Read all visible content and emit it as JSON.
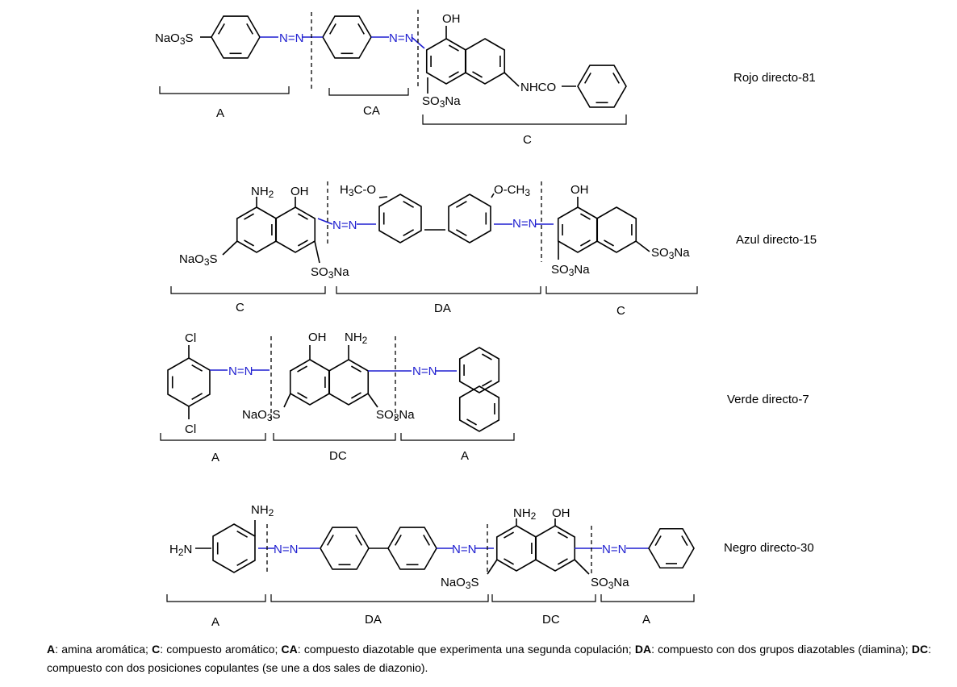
{
  "dyes": [
    {
      "name": "Rojo directo-81",
      "labels": {
        "nao3s": "NaO3S",
        "azo1": "N=N",
        "azo2": "N=N",
        "oh": "OH",
        "so3na": "SO3Na",
        "nhco": "NHCO"
      },
      "brackets": [
        "A",
        "CA",
        "C"
      ]
    },
    {
      "name": "Azul directo-15",
      "labels": {
        "nh2": "NH2",
        "oh1": "OH",
        "och3a": "H3C-O",
        "och3b": "O-CH3",
        "oh2": "OH",
        "nao3s": "NaO3S",
        "so3na1": "SO3Na",
        "so3na2": "SO3Na",
        "so3na3": "SO3Na",
        "azo1": "N=N",
        "azo2": "N=N"
      },
      "brackets": [
        "C",
        "DA",
        "C"
      ]
    },
    {
      "name": "Verde directo-7",
      "labels": {
        "cl1": "Cl",
        "cl2": "Cl",
        "oh": "OH",
        "nh2": "NH2",
        "nao3s": "NaO3S",
        "so3na": "SO3Na",
        "azo1": "N=N",
        "azo2": "N=N"
      },
      "brackets": [
        "A",
        "DC",
        "A"
      ]
    },
    {
      "name": "Negro directo-30",
      "labels": {
        "nh2a": "NH2",
        "h2n": "H2N",
        "nh2b": "NH2",
        "oh": "OH",
        "nao3s": "NaO3S",
        "so3na": "SO3Na",
        "azo1": "N=N",
        "azo2": "N=N",
        "azo3": "N=N"
      },
      "brackets": [
        "A",
        "DA",
        "DC",
        "A"
      ]
    }
  ],
  "legend": [
    {
      "term": "A",
      "desc": ": amina aromática; "
    },
    {
      "term": "C",
      "desc": ": compuesto aromático; "
    },
    {
      "term": "CA",
      "desc": ": compuesto diazotable que experimenta una segunda copulación; "
    },
    {
      "term": "DA",
      "desc": ": compuesto con dos grupos diazotables (diamina); "
    },
    {
      "term": "DC",
      "desc": ": compuesto con dos posiciones copulantes (se une a dos sales de diazonio)."
    }
  ]
}
